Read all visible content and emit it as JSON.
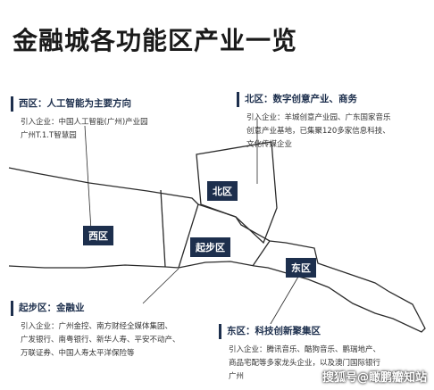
{
  "title": "金融城各功能区产业一览",
  "zones": {
    "west": "西区",
    "north": "北区",
    "start": "起步区",
    "east": "东区"
  },
  "callouts": {
    "west": {
      "heading": "西区：人工智能为主要方向",
      "lines": [
        "引入企业：中国人工智能(广州)产业园",
        "广州T.1.T智慧园"
      ]
    },
    "north": {
      "heading": "北区：数字创意产业、商务",
      "lines": [
        "引入企业：羊城创意产业园、广东国家音乐",
        "创意产业基地，已集聚120多家信息科技、",
        "文化传媒企业"
      ]
    },
    "start": {
      "heading": "起步区：金融业",
      "lines": [
        "引入企业：广州金控、南方财经全媒体集团、",
        "广发银行、南粤银行、新华人寿、平安不动产、",
        "万联证券、中国人寿太平洋保险等"
      ]
    },
    "east": {
      "heading": "东区：科技创新聚集区",
      "lines": [
        "引入企业：腾讯音乐、酷狗音乐、鹏瑞地产、",
        "商品宅配等多家龙头企业，以及澳门国际银行",
        "广州"
      ]
    }
  },
  "watermark": "搜狐号@瞰鹏瓣知站",
  "colors": {
    "navy": "#1d2f4d",
    "line": "#2b2b2b",
    "bg": "#ffffff"
  }
}
